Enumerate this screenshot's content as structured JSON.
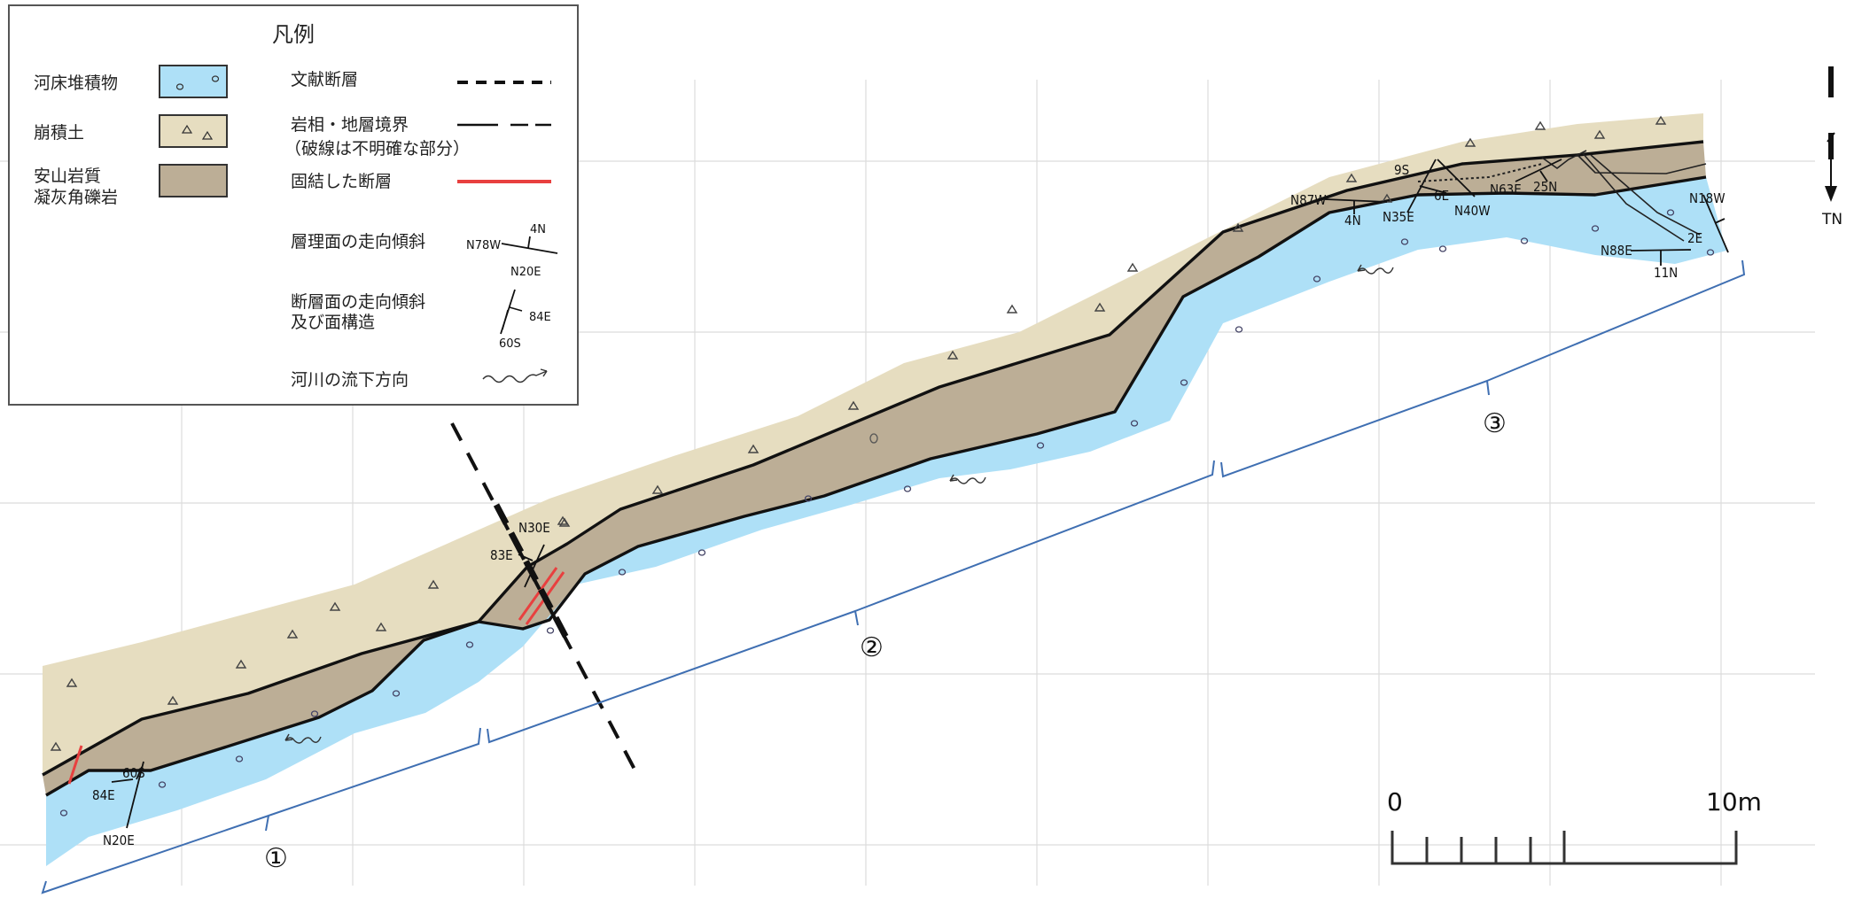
{
  "legend": {
    "title": "凡例",
    "units": [
      {
        "name": "河床堆積物",
        "color": "#aee0f7"
      },
      {
        "name": "崩積土",
        "color": "#e6ddc0"
      },
      {
        "name": "安山岩質\n凝灰角礫岩",
        "color": "#bcae96"
      }
    ],
    "lines": {
      "literature_fault": "文献断層",
      "boundary_line1": "岩相・地層境界",
      "boundary_line2": "（破線は不明確な部分）",
      "cemented_fault": "固結した断層",
      "bedding": "層理面の走向傾斜",
      "fault_plane_1": "断層面の走向傾斜",
      "fault_plane_2": "及び面構造",
      "flow": "河川の流下方向"
    },
    "bedding_sample": {
      "strike": "N78W",
      "dip": "4N",
      "lineation": "N20E"
    },
    "fault_sample": {
      "dip": "84E",
      "plunge": "60S"
    }
  },
  "map_labels": {
    "l1": "60S",
    "l2": "84E",
    "l3": "N20E",
    "l4": "N30E",
    "l5": "83E",
    "l6": "N87W",
    "l7": "4N",
    "l8": "9S",
    "l9": "6E",
    "l10": "N35E",
    "l11": "N40W",
    "l12": "N63E",
    "l13": "25N",
    "l14": "N18W",
    "l15": "2E",
    "l16": "N88E",
    "l17": "11N"
  },
  "sections": [
    "①",
    "②",
    "③"
  ],
  "north_arrow": "TN",
  "scale": {
    "zero": "0",
    "max": "10m",
    "length_m": 10
  },
  "colors": {
    "riverbed": "#aee0f7",
    "colluvium": "#e6ddc0",
    "tuff_breccia": "#bcae96",
    "cemented_fault": "#e8403f",
    "bracket": "#3f6fb2",
    "grid": "#dcdcdc"
  }
}
